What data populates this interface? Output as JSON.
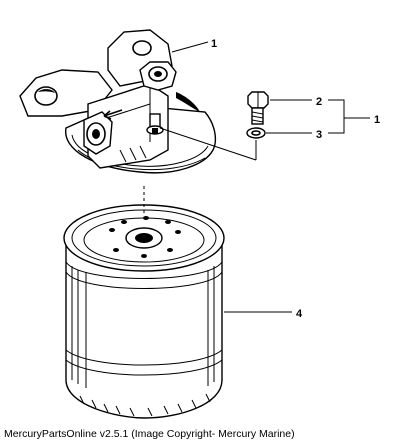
{
  "callouts": {
    "c1_top": "1",
    "c2": "2",
    "c3": "3",
    "c1_bracket": "1",
    "c4": "4"
  },
  "caption": "MercuryPartsOnline v2.5.1 (Image Copyright- Mercury Marine)",
  "parts": [
    {
      "id": 1,
      "name": "filter-adapter-head"
    },
    {
      "id": 2,
      "name": "bolt"
    },
    {
      "id": 3,
      "name": "washer"
    },
    {
      "id": 4,
      "name": "fuel-filter-canister"
    }
  ]
}
